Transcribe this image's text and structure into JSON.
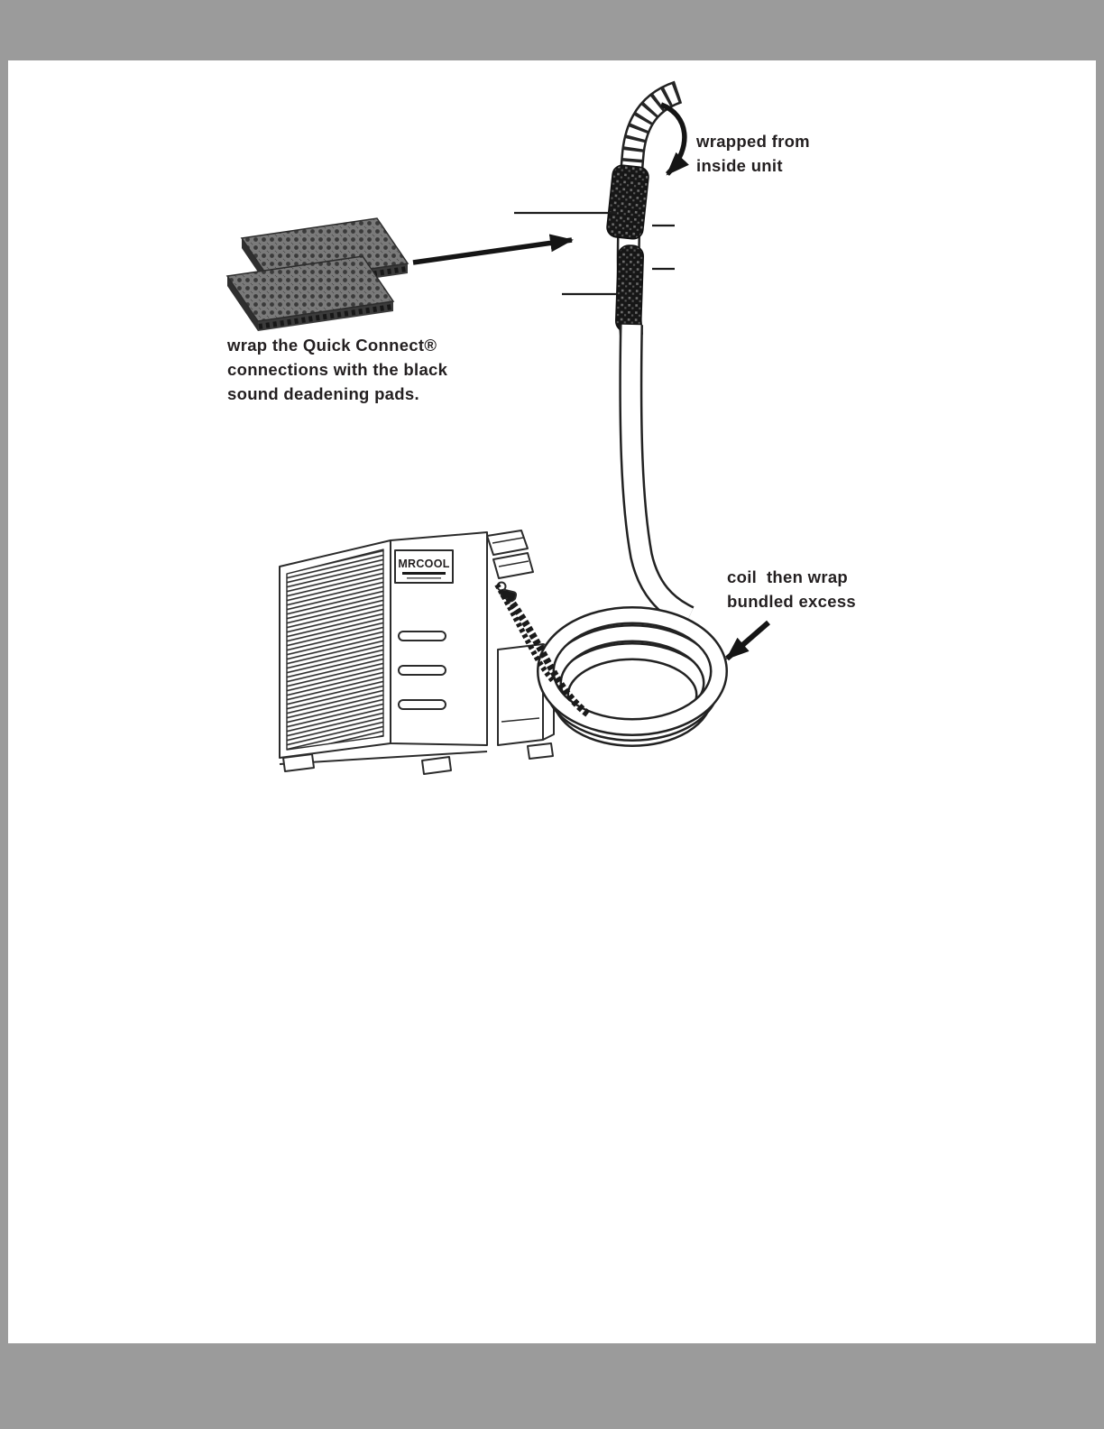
{
  "page": {
    "frame_color": "#9b9b9b",
    "background": "#ffffff",
    "ink_color": "#231f20"
  },
  "labels": {
    "wrapped_from": [
      "wrapped from",
      "inside unit"
    ],
    "pads_note": [
      "wrap the Quick Connect®",
      "connections with the black",
      "sound deadening pads."
    ],
    "coil_note": [
      "coil  then wrap",
      "bundled excess"
    ]
  },
  "unit": {
    "brand": "MRCOOL"
  }
}
